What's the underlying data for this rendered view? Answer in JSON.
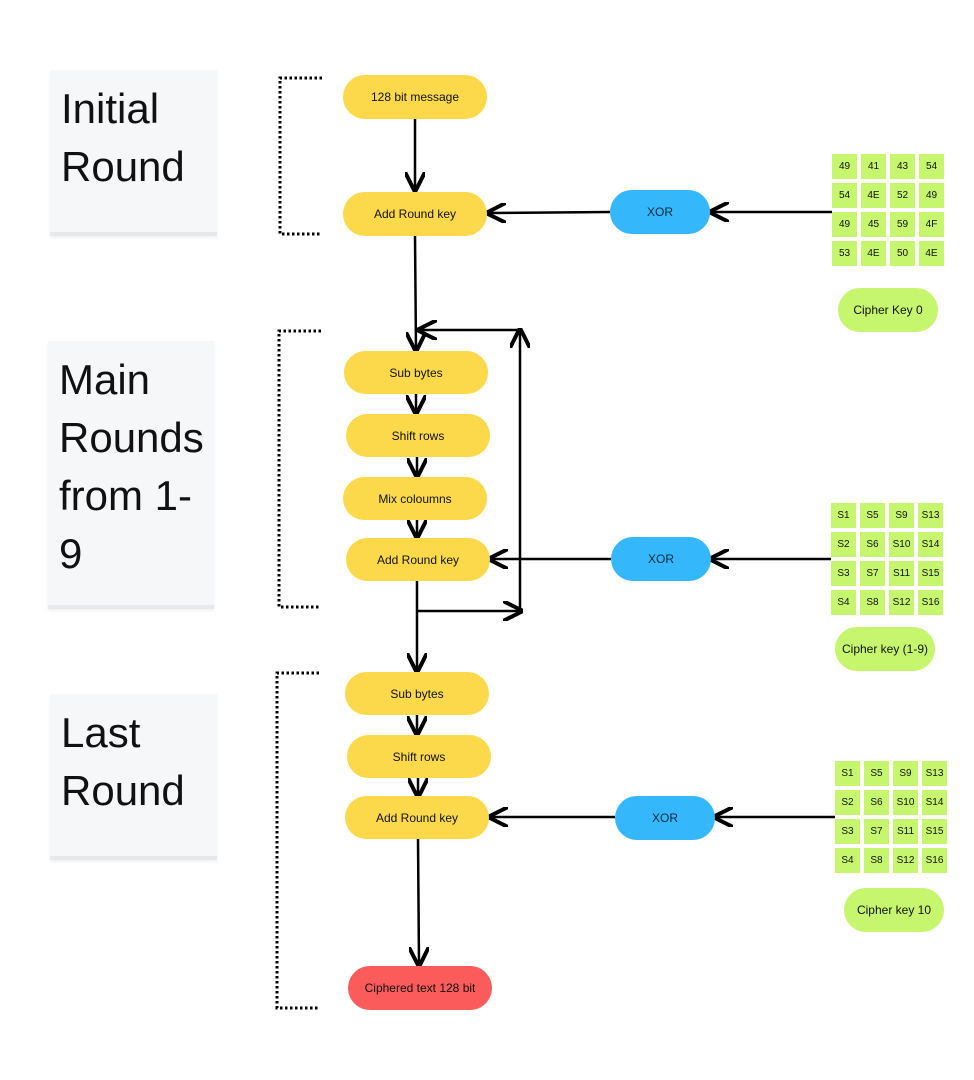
{
  "sections": {
    "initial": "Initial\nRound",
    "main": "Main\nRounds\nfrom 1-\n9",
    "last": "Last\nRound"
  },
  "initial_round": {
    "message": "128 bit message",
    "add_round_key": "Add Round key",
    "xor": "XOR",
    "key_label": "Cipher Key 0",
    "key_cells": [
      "49",
      "41",
      "43",
      "54",
      "54",
      "4E",
      "52",
      "49",
      "49",
      "45",
      "59",
      "4F",
      "53",
      "4E",
      "50",
      "4E"
    ]
  },
  "main_rounds": {
    "sub_bytes": "Sub bytes",
    "shift_rows": "Shift rows",
    "mix_columns": "Mix coloumns",
    "add_round_key": "Add Round key",
    "xor": "XOR",
    "key_label": "Cipher key (1-9)",
    "key_cells": [
      "S1",
      "S5",
      "S9",
      "S13",
      "S2",
      "S6",
      "S10",
      "S14",
      "S3",
      "S7",
      "S11",
      "S15",
      "S4",
      "S8",
      "S12",
      "S16"
    ]
  },
  "last_round": {
    "sub_bytes": "Sub bytes",
    "shift_rows": "Shift rows",
    "add_round_key": "Add Round key",
    "xor": "XOR",
    "key_label": "Cipher key 10",
    "key_cells": [
      "S1",
      "S5",
      "S9",
      "S13",
      "S2",
      "S6",
      "S10",
      "S14",
      "S3",
      "S7",
      "S11",
      "S15",
      "S4",
      "S8",
      "S12",
      "S16"
    ],
    "output": "Ciphered text 128 bit"
  },
  "colors": {
    "step": "#fcd94a",
    "xor": "#34b7fb",
    "output": "#fb5b5b",
    "key": "#c6f56e",
    "note": "#f6f7f9"
  }
}
